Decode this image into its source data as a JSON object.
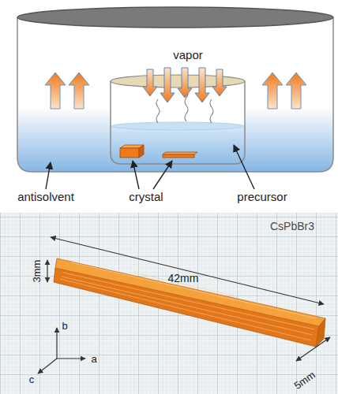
{
  "diagram": {
    "labels": [
      "vapor",
      "antisolvent",
      "crystal",
      "precursor",
      "CsPbBr3",
      "42mm",
      "3mm",
      "5mm",
      "b",
      "c",
      "a"
    ]
  }
}
